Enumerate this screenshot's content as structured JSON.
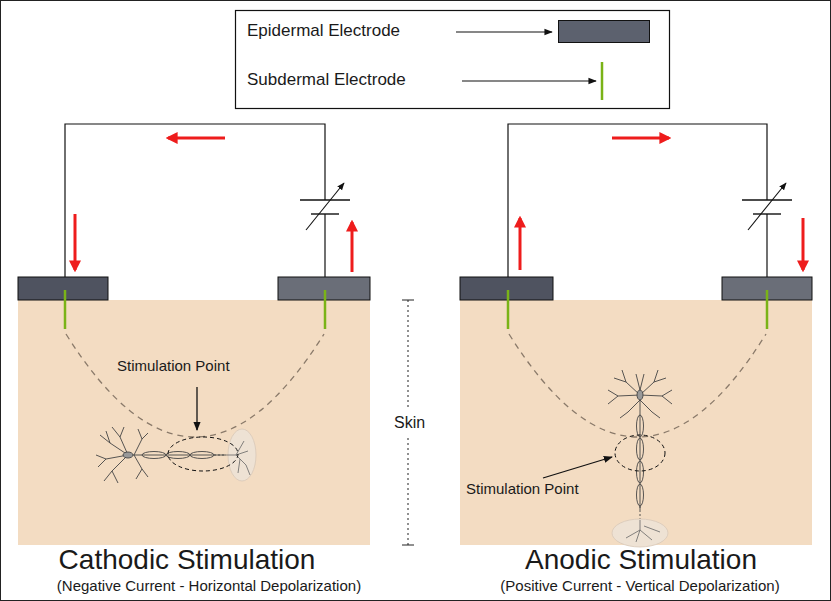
{
  "diagram": {
    "labels": [
      "Stimulation Point",
      "Stimulation Point",
      "Skin",
      "Cathodic Stimulation",
      "(Negative Current - Horizontal Depolarization)",
      "Anodic Stimulation",
      "(Positive Current - Vertical Depolarization)"
    ],
    "legend": [
      {
        "text": "Epidermal Electrode",
        "color": "#5c616e"
      },
      {
        "text": "Subdermal Electrode"
      }
    ]
  }
}
